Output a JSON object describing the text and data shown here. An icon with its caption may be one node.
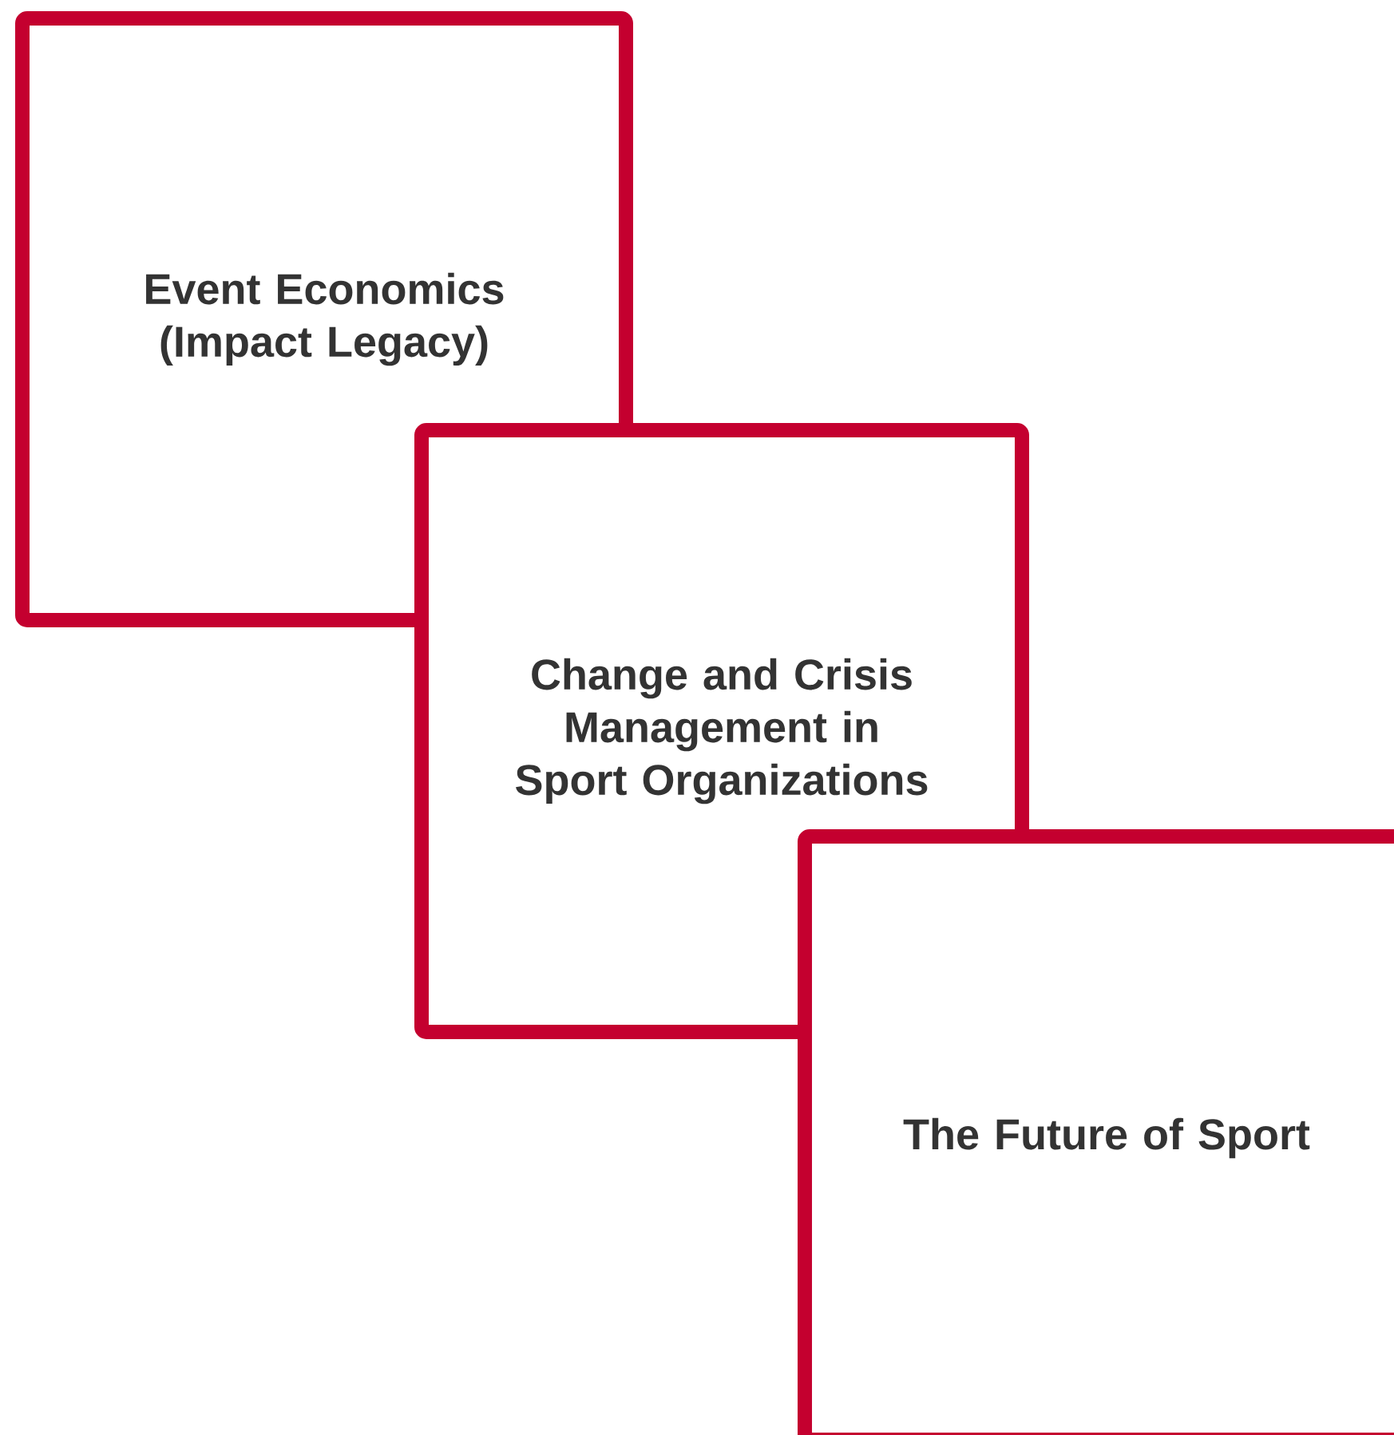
{
  "diagram": {
    "nodes": [
      {
        "text": [
          "Event Economics (Impact Legacy)"
        ]
      },
      {
        "text": [
          "Change and Crisis Management in Sport Organizations"
        ]
      },
      {
        "text": [
          "The Future of Sport"
        ]
      }
    ]
  }
}
